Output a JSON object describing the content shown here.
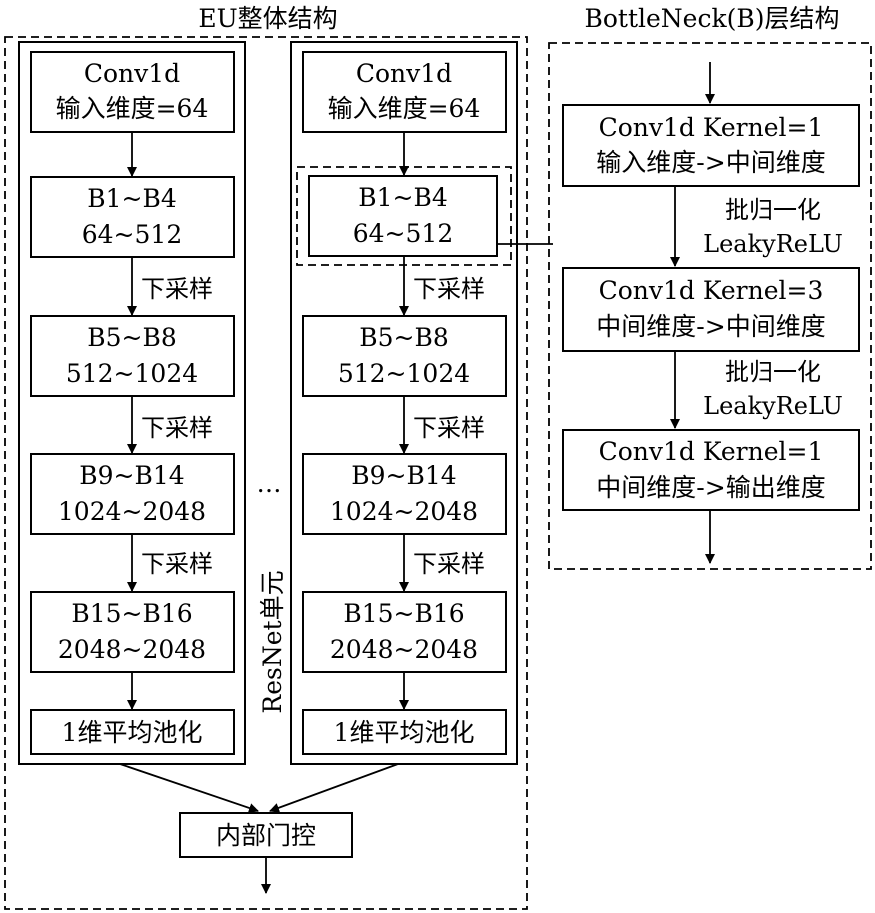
{
  "titles": {
    "eu": "EU整体结构",
    "bottleneck": "BottleNeck(B)层结构"
  },
  "resnet": {
    "boxes": [
      {
        "line1": "Conv1d",
        "line2": "输入维度=64"
      },
      {
        "line1": "B1~B4",
        "line2": "64~512"
      },
      {
        "line1": "B5~B8",
        "line2": "512~1024"
      },
      {
        "line1": "B9~B14",
        "line2": "1024~2048"
      },
      {
        "line1": "B15~B16",
        "line2": "2048~2048"
      }
    ],
    "pool": "1维平均池化",
    "downsample": "下采样",
    "unit_label": "ResNet单元",
    "ellipsis": "…"
  },
  "gate": "内部门控",
  "bottleneck": {
    "layers": [
      {
        "line1": "Conv1d Kernel=1",
        "line2": "输入维度->中间维度"
      },
      {
        "line1": "Conv1d Kernel=3",
        "line2": "中间维度->中间维度"
      },
      {
        "line1": "Conv1d Kernel=1",
        "line2": "中间维度->输出维度"
      }
    ],
    "norm": "批归一化",
    "activation": "LeakyReLU"
  }
}
